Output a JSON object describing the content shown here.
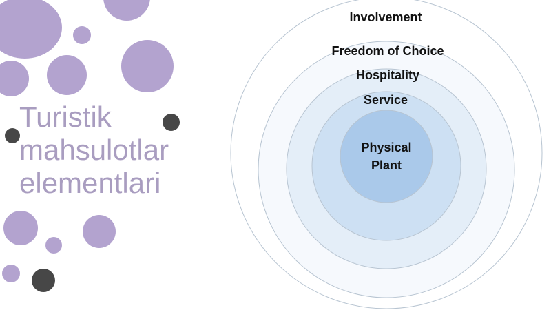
{
  "slide": {
    "title_lines": [
      "Turistik",
      "mahsulotlar",
      "elementlari"
    ],
    "title_color": "#a99dc0",
    "dot_lilac_color": "#b3a3cf",
    "dot_dark_color": "#474747"
  },
  "diagram": {
    "type": "nested concentric circles",
    "stroke_color": "#b7c4d1",
    "layers": [
      {
        "label": "Involvement",
        "fill": "#ffffff"
      },
      {
        "label": "Freedom of Choice",
        "fill": "#f6f9fd"
      },
      {
        "label": "Hospitality",
        "fill": "#e4eef8"
      },
      {
        "label": "Service",
        "fill": "#cde0f3"
      },
      {
        "label_lines": [
          "Physical",
          "Plant"
        ],
        "fill": "#aac9ea"
      }
    ]
  }
}
